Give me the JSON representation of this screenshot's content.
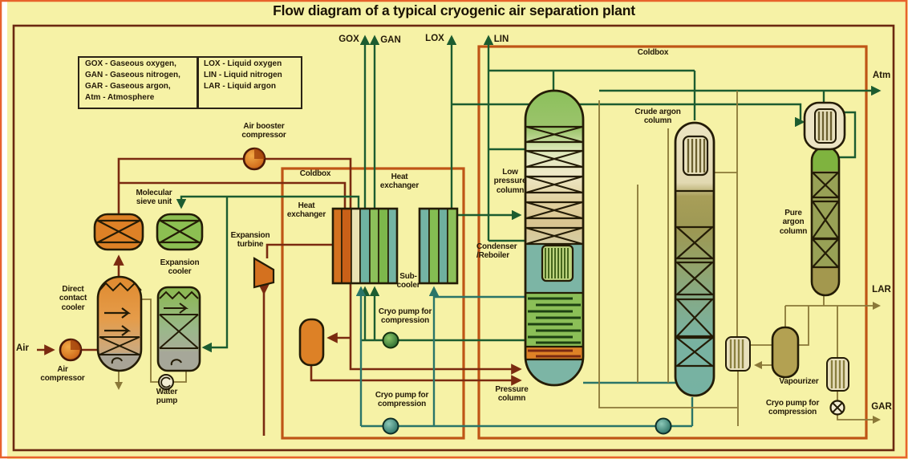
{
  "title": "Flow diagram of a typical cryogenic air separation plant",
  "legend": {
    "left": [
      "GOX - Gaseous oxygen,",
      "GAN - Gaseous nitrogen,",
      "GAR - Gaseous argon,",
      "Atm - Atmosphere"
    ],
    "right": [
      "LOX - Liquid oxygen",
      "LIN - Liquid nitrogen",
      "LAR - Liquid argon"
    ]
  },
  "streams": {
    "air_in": "Air",
    "gox": "GOX",
    "gan": "GAN",
    "lox": "LOX",
    "lin": "LIN",
    "atm": "Atm",
    "lar": "LAR",
    "gar": "GAR"
  },
  "labels": {
    "air_compressor": "Air\ncompressor",
    "direct_contact_cooler": "Direct\ncontact\ncooler",
    "water_pump": "Water\npump",
    "expansion_cooler": "Expansion\ncooler",
    "molecular_sieve_unit": "Molecular\nsieve unit",
    "air_booster_compressor": "Air booster\ncompressor",
    "expansion_turbine": "Expansion\nturbine",
    "coldbox_left": "Coldbox",
    "coldbox_right": "Coldbox",
    "heat_exchanger_1": "Heat\nexchanger",
    "heat_exchanger_2": "Heat\nexchanger",
    "sub_cooler": "Sub-\ncooler",
    "cryo_pump_lox": "Cryo pump for\ncompression",
    "cryo_pump_lin": "Cryo pump for\ncompression",
    "cryo_pump_lar": "Cryo pump for\ncompression",
    "low_pressure_column": "Low\npressure\ncolumn",
    "condenser_reboiler": "Condenser\n/Reboiler",
    "pressure_column": "Pressure\ncolumn",
    "crude_argon_column": "Crude argon\ncolumn",
    "pure_argon_column": "Pure\nargon\ncolumn",
    "vapourizer": "Vapourizer"
  },
  "colors": {
    "background": "#f6f2a6",
    "outer_frame": "#e8632c",
    "main_border": "#6b2810",
    "coldbox": "#bf5516",
    "line_air": "#7a2a10",
    "line_nitrogen_oxygen": "#1c5c30",
    "line_liquid": "#2a7568",
    "line_argon": "#8a7838",
    "vessel_orange": "#dd8126",
    "vessel_green": "#8cbf52",
    "vessel_teal": "#79b4a4",
    "vessel_olive": "#a3984e"
  }
}
